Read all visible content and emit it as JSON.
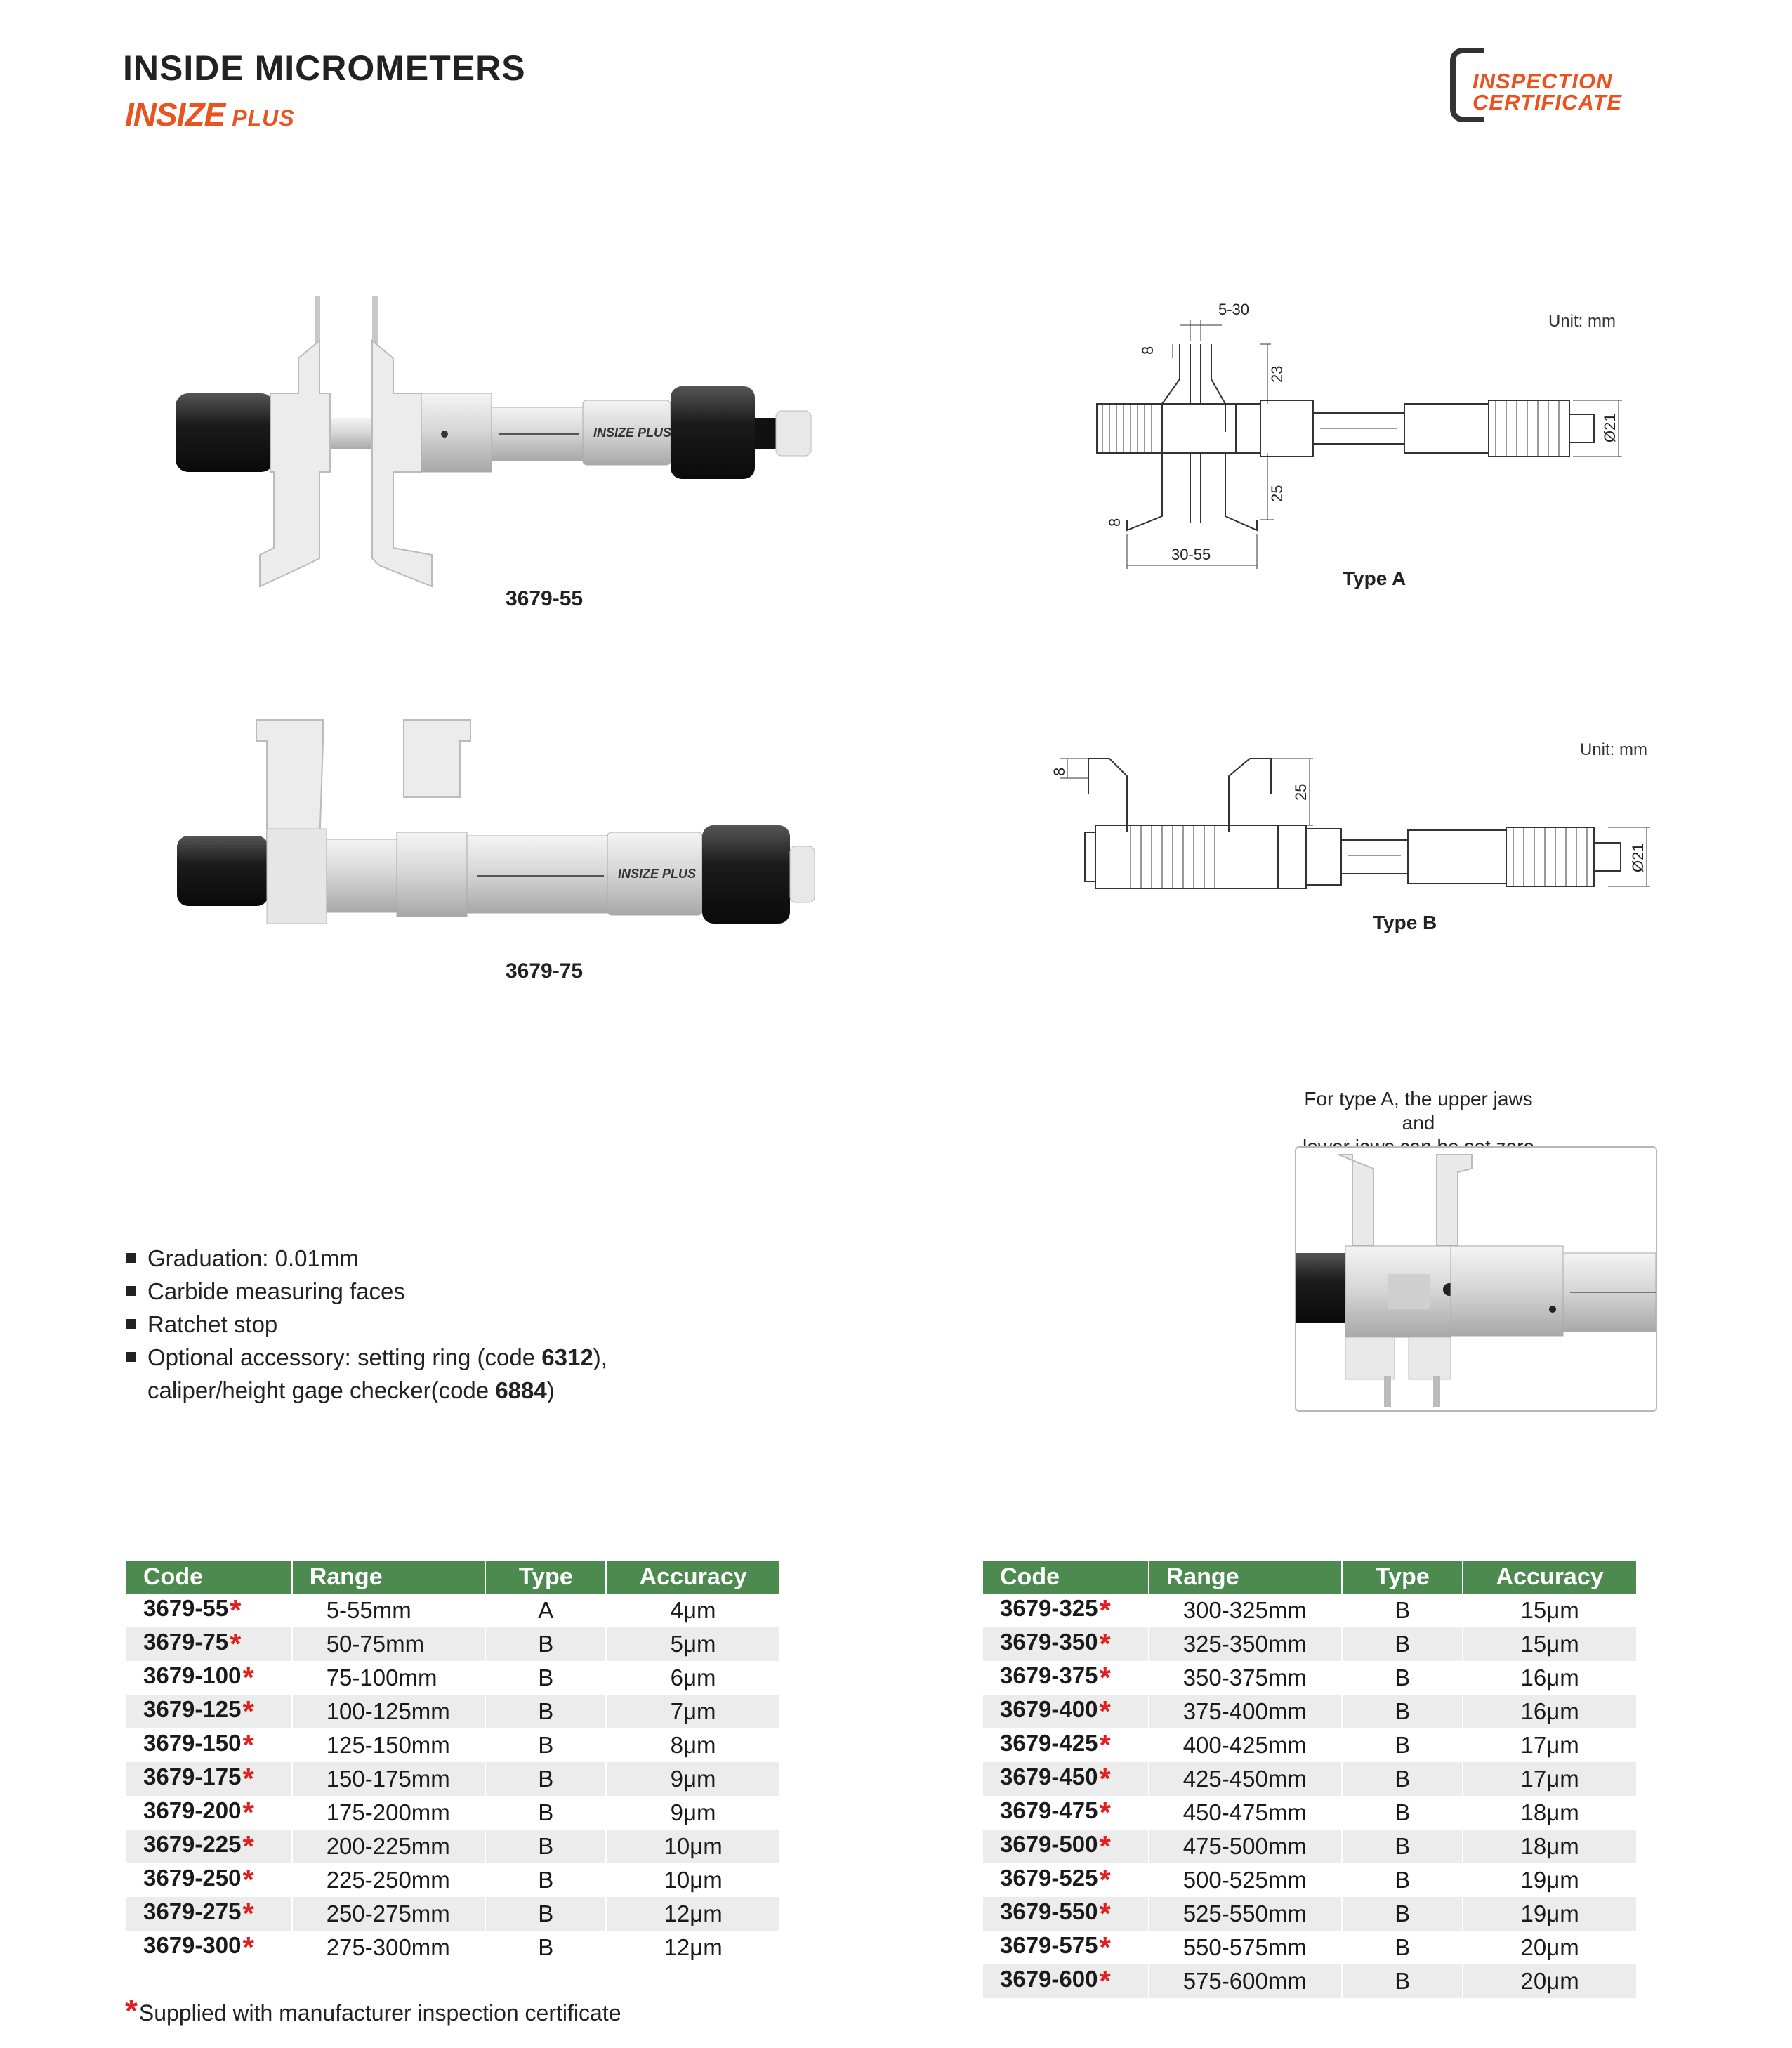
{
  "header": {
    "title": "INSIDE MICROMETERS",
    "brand": "INSIZE",
    "brand_suffix": "PLUS"
  },
  "certificate_logo": {
    "line1": "INSPECTION",
    "line2": "CERTIFICATE"
  },
  "products": [
    {
      "code": "3679-55",
      "engraving": "INSIZE PLUS"
    },
    {
      "code": "3679-75",
      "engraving": "INSIZE PLUS"
    }
  ],
  "drawings": {
    "type_a": {
      "label": "Type A",
      "unit": "Unit: mm",
      "dims": [
        "5-30",
        "8",
        "23",
        "25",
        "8",
        "30-55",
        "Ø21"
      ]
    },
    "type_b": {
      "label": "Type B",
      "unit": "Unit: mm",
      "dims": [
        "8",
        "25",
        "Ø21"
      ]
    }
  },
  "type_a_note": {
    "line1": "For type A, the upper jaws and",
    "line2": "lower jaws can be set zero separately"
  },
  "features": {
    "graduation": "Graduation: 0.01mm",
    "faces": "Carbide measuring faces",
    "ratchet": "Ratchet stop",
    "accessory_prefix": "Optional accessory: setting ring (code ",
    "accessory_code1": "6312",
    "accessory_mid": "),",
    "accessory_line2_prefix": "caliper/height gage checker(code ",
    "accessory_code2": "6884",
    "accessory_suffix": ")"
  },
  "table_headers": {
    "code": "Code",
    "range": "Range",
    "type": "Type",
    "accuracy": "Accuracy"
  },
  "table_left": [
    {
      "code": "3679-55",
      "range": "5-55mm",
      "type": "A",
      "accuracy": "4μm"
    },
    {
      "code": "3679-75",
      "range": "50-75mm",
      "type": "B",
      "accuracy": "5μm"
    },
    {
      "code": "3679-100",
      "range": "75-100mm",
      "type": "B",
      "accuracy": "6μm"
    },
    {
      "code": "3679-125",
      "range": "100-125mm",
      "type": "B",
      "accuracy": "7μm"
    },
    {
      "code": "3679-150",
      "range": "125-150mm",
      "type": "B",
      "accuracy": "8μm"
    },
    {
      "code": "3679-175",
      "range": "150-175mm",
      "type": "B",
      "accuracy": "9μm"
    },
    {
      "code": "3679-200",
      "range": "175-200mm",
      "type": "B",
      "accuracy": "9μm"
    },
    {
      "code": "3679-225",
      "range": "200-225mm",
      "type": "B",
      "accuracy": "10μm"
    },
    {
      "code": "3679-250",
      "range": "225-250mm",
      "type": "B",
      "accuracy": "10μm"
    },
    {
      "code": "3679-275",
      "range": "250-275mm",
      "type": "B",
      "accuracy": "12μm"
    },
    {
      "code": "3679-300",
      "range": "275-300mm",
      "type": "B",
      "accuracy": "12μm"
    }
  ],
  "table_right": [
    {
      "code": "3679-325",
      "range": "300-325mm",
      "type": "B",
      "accuracy": "15μm"
    },
    {
      "code": "3679-350",
      "range": "325-350mm",
      "type": "B",
      "accuracy": "15μm"
    },
    {
      "code": "3679-375",
      "range": "350-375mm",
      "type": "B",
      "accuracy": "16μm"
    },
    {
      "code": "3679-400",
      "range": "375-400mm",
      "type": "B",
      "accuracy": "16μm"
    },
    {
      "code": "3679-425",
      "range": "400-425mm",
      "type": "B",
      "accuracy": "17μm"
    },
    {
      "code": "3679-450",
      "range": "425-450mm",
      "type": "B",
      "accuracy": "17μm"
    },
    {
      "code": "3679-475",
      "range": "450-475mm",
      "type": "B",
      "accuracy": "18μm"
    },
    {
      "code": "3679-500",
      "range": "475-500mm",
      "type": "B",
      "accuracy": "18μm"
    },
    {
      "code": "3679-525",
      "range": "500-525mm",
      "type": "B",
      "accuracy": "19μm"
    },
    {
      "code": "3679-550",
      "range": "525-550mm",
      "type": "B",
      "accuracy": "19μm"
    },
    {
      "code": "3679-575",
      "range": "550-575mm",
      "type": "B",
      "accuracy": "20μm"
    },
    {
      "code": "3679-600",
      "range": "575-600mm",
      "type": "B",
      "accuracy": "20μm"
    }
  ],
  "star_mark": "*",
  "footnote": "Supplied with manufacturer inspection certificate"
}
